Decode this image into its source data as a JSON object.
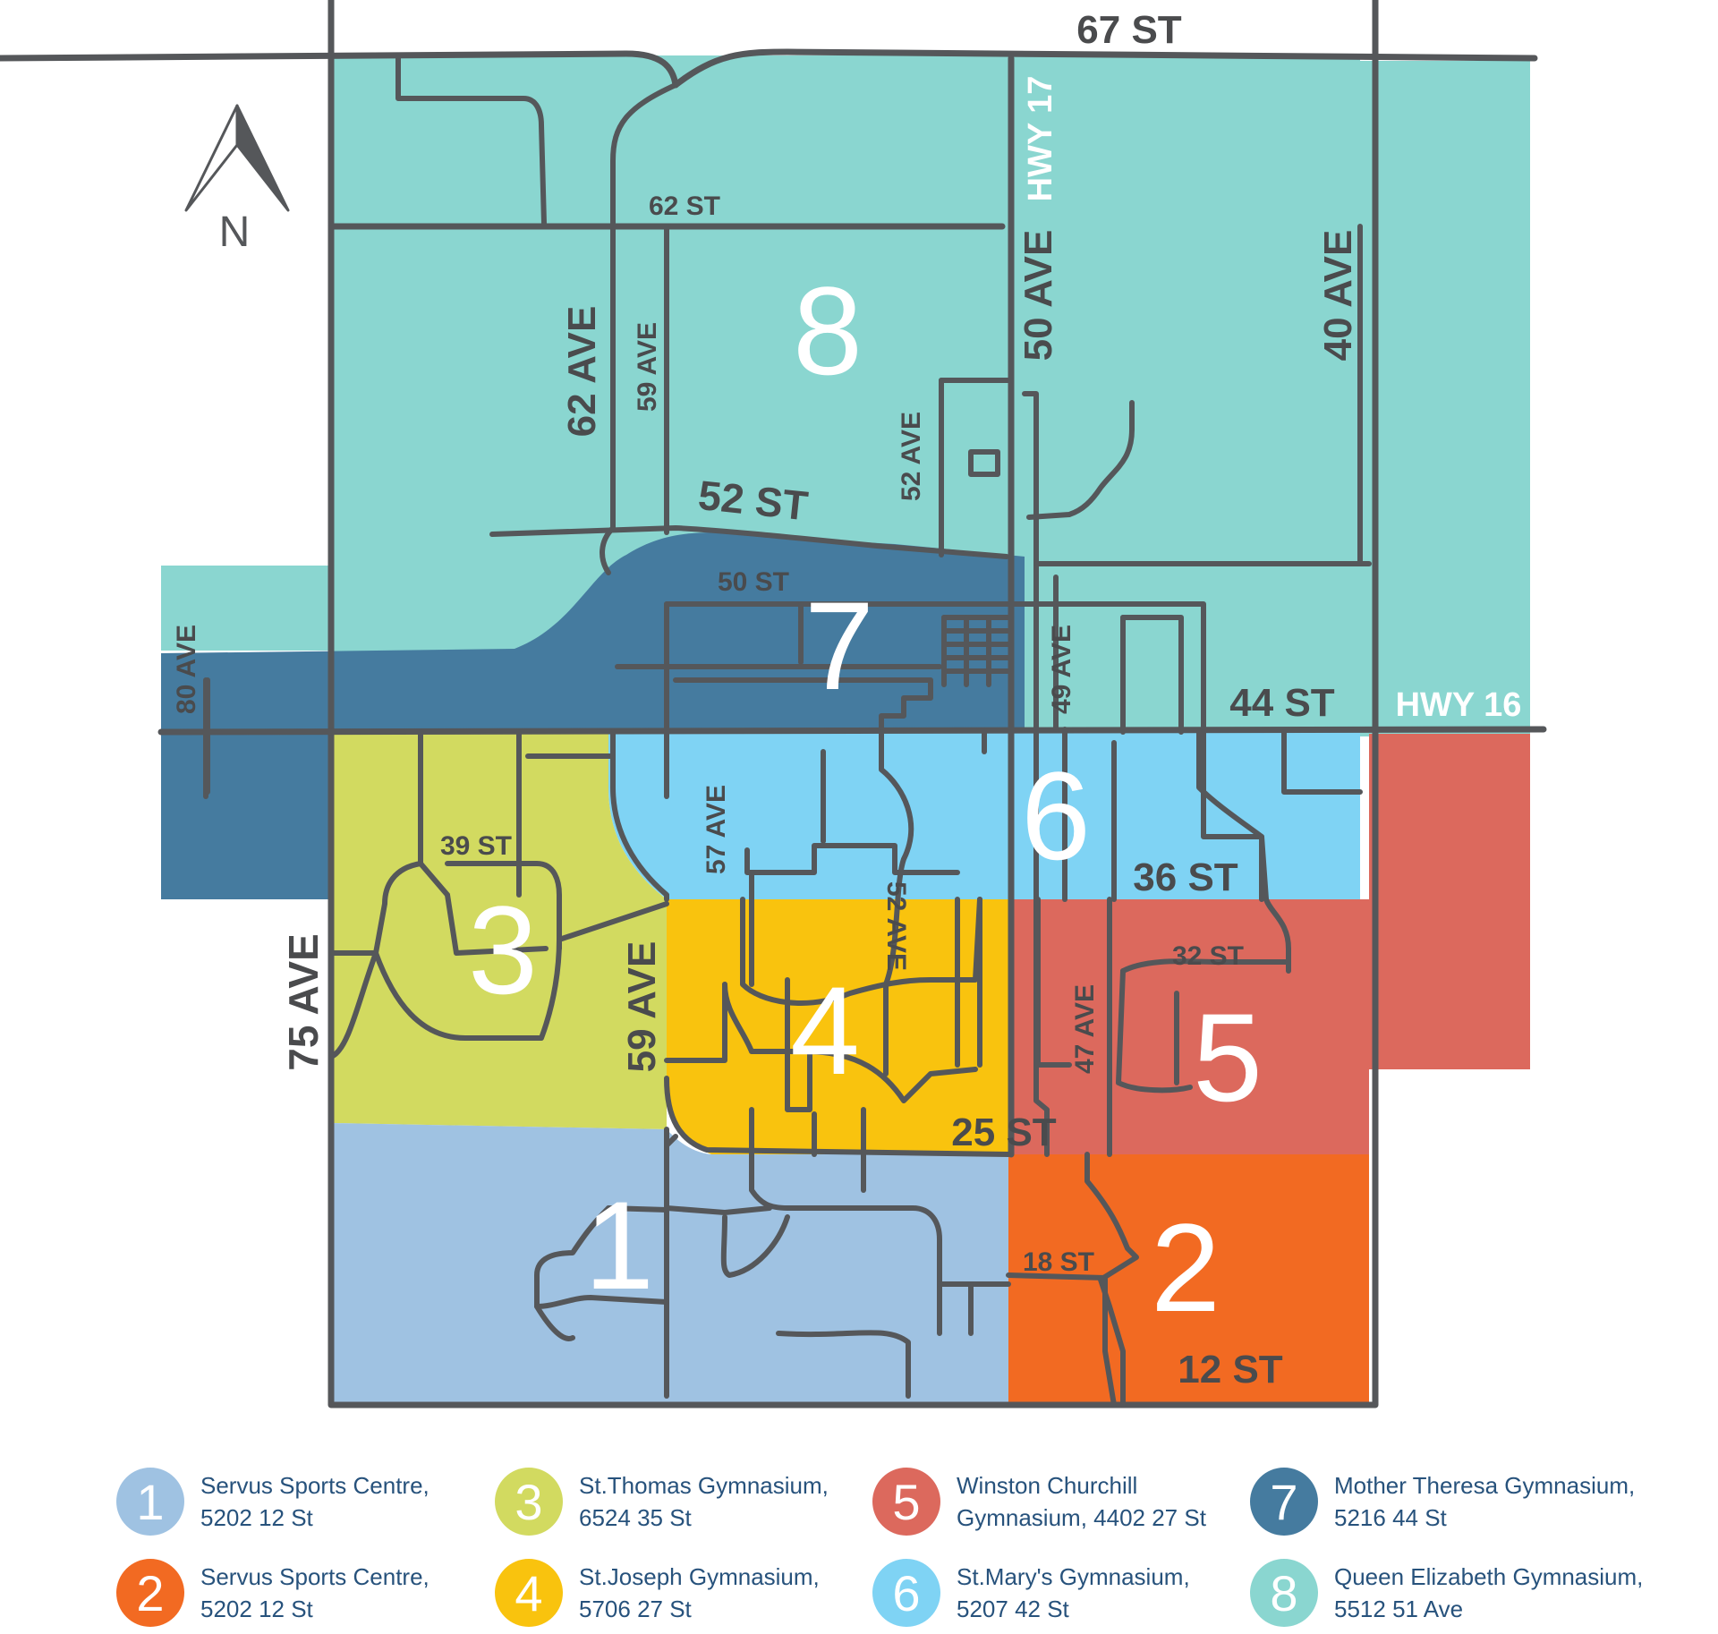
{
  "compass": {
    "letter": "N"
  },
  "zones": [
    {
      "number": "1",
      "color": "#9fc2e2"
    },
    {
      "number": "2",
      "color": "#f26a22"
    },
    {
      "number": "3",
      "color": "#d2da60"
    },
    {
      "number": "4",
      "color": "#f9c30e"
    },
    {
      "number": "5",
      "color": "#dc695d"
    },
    {
      "number": "6",
      "color": "#7fd3f4"
    },
    {
      "number": "7",
      "color": "#457b9f"
    },
    {
      "number": "8",
      "color": "#8ad6d0"
    }
  ],
  "streets": {
    "st67": "67 ST",
    "hwy17": "HWY 17",
    "st62": "62 ST",
    "ave50": "50 AVE",
    "ave40": "40 AVE",
    "ave62": "62 AVE",
    "ave59_north": "59 AVE",
    "ave52_north": "52 AVE",
    "st52": "52 ST",
    "st50": "50 ST",
    "ave80": "80 AVE",
    "ave49": "49 AVE",
    "st44": "44 ST",
    "hwy16": "HWY 16",
    "ave57": "57 AVE",
    "st39": "39 ST",
    "ave52_south": "52 AVE",
    "st36": "36 ST",
    "ave75": "75 AVE",
    "ave59_south": "59 AVE",
    "st32": "32 ST",
    "ave47": "47 AVE",
    "st25": "25 ST",
    "st18": "18 ST",
    "st12": "12 ST"
  },
  "legend": [
    {
      "number": "1",
      "color": "#9fc2e2",
      "line1": "Servus Sports Centre,",
      "line2": "5202 12 St"
    },
    {
      "number": "2",
      "color": "#f26a22",
      "line1": "Servus Sports Centre,",
      "line2": "5202 12 St"
    },
    {
      "number": "3",
      "color": "#d2da60",
      "line1": "St.Thomas Gymnasium,",
      "line2": "6524 35 St"
    },
    {
      "number": "4",
      "color": "#f9c30e",
      "line1": "St.Joseph Gymnasium,",
      "line2": "5706 27 St"
    },
    {
      "number": "5",
      "color": "#dc695d",
      "line1": "Winston Churchill",
      "line2": "Gymnasium, 4402 27 St"
    },
    {
      "number": "6",
      "color": "#7fd3f4",
      "line1": "St.Mary's Gymnasium,",
      "line2": "5207 42 St"
    },
    {
      "number": "7",
      "color": "#457b9f",
      "line1": "Mother Theresa Gymnasium,",
      "line2": "5216 44 St"
    },
    {
      "number": "8",
      "color": "#8ad6d0",
      "line1": "Queen Elizabeth Gymnasium,",
      "line2": "5512 51 Ave"
    }
  ]
}
